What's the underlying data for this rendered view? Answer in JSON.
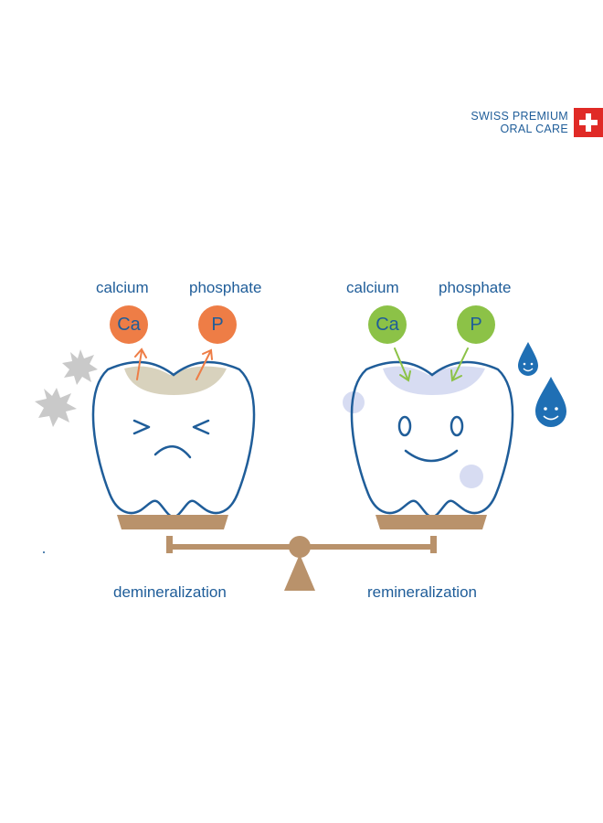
{
  "brand": {
    "line1": "SWISS PREMIUM",
    "line2": "ORAL CARE",
    "flag_color": "#e02a26"
  },
  "left": {
    "mineral_labels": [
      "calcium",
      "phosphate"
    ],
    "ion_symbols": [
      "Ca",
      "P"
    ],
    "caption": "demineralization",
    "ion_color": "#ee7d46",
    "arrow_direction": "out"
  },
  "right": {
    "mineral_labels": [
      "calcium",
      "phosphate"
    ],
    "ion_symbols": [
      "Ca",
      "P"
    ],
    "caption": "remineralization",
    "ion_color": "#8cc247",
    "arrow_direction": "in"
  },
  "colors": {
    "text": "#1f5d99",
    "tooth_outline": "#1f5d99",
    "scale": "#b9926b",
    "stain": "#d8d2bd",
    "enamel_glow": "#d7dcf2",
    "germ": "#c9c9c9",
    "droplet": "#1f6fb4"
  },
  "icons": {
    "germs": "germ-icon",
    "droplets": "water-drop-face-icon",
    "flag": "swiss-cross-icon"
  }
}
